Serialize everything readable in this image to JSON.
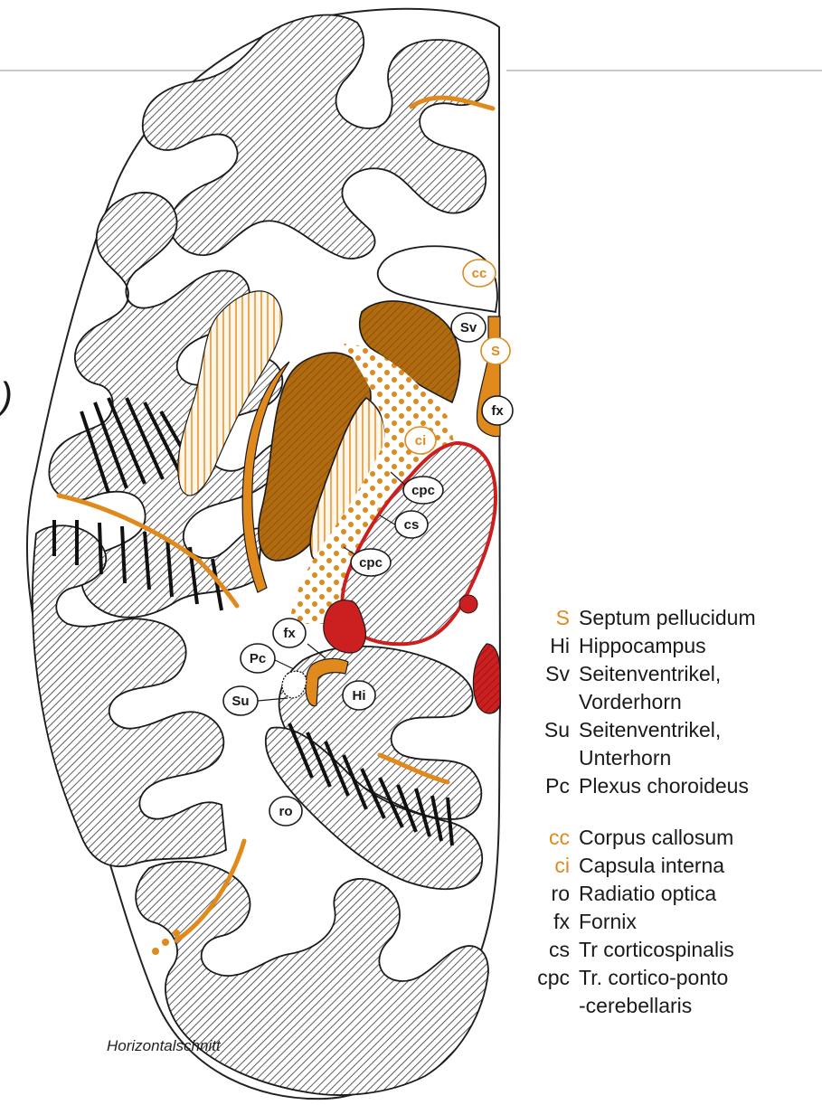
{
  "colors": {
    "orange": "#e08a1e",
    "brown": "#b06a10",
    "red": "#cc1f1f",
    "hatch": "#333333",
    "ink": "#1a1a1a",
    "rule": "#c8c8c8"
  },
  "labels": {
    "cc": "cc",
    "S": "S",
    "Sv": "Sv",
    "fx_top": "fx",
    "ci": "ci",
    "cpc_1": "cpc",
    "cs": "cs",
    "cpc_2": "cpc",
    "fx_low": "fx",
    "Pc": "Pc",
    "Su": "Su",
    "Hi": "Hi",
    "ro": "ro"
  },
  "legend": {
    "group1": [
      {
        "abbr": "S",
        "text": "Septum pellucidum",
        "highlight": true
      },
      {
        "abbr": "Hi",
        "text": "Hippocampus",
        "highlight": false
      },
      {
        "abbr": "Sv",
        "text": "Seitenventrikel,",
        "highlight": false
      },
      {
        "abbr": "",
        "text": "Vorderhorn",
        "highlight": false
      },
      {
        "abbr": "Su",
        "text": "Seitenventrikel,",
        "highlight": false
      },
      {
        "abbr": "",
        "text": "Unterhorn",
        "highlight": false
      },
      {
        "abbr": "Pc",
        "text": "Plexus choroideus",
        "highlight": false
      }
    ],
    "group2": [
      {
        "abbr": "cc",
        "text": "Corpus callosum",
        "highlight": true
      },
      {
        "abbr": "ci",
        "text": "Capsula interna",
        "highlight": true
      },
      {
        "abbr": "ro",
        "text": "Radiatio optica",
        "highlight": false
      },
      {
        "abbr": "fx",
        "text": "Fornix",
        "highlight": false
      },
      {
        "abbr": "cs",
        "text": "Tr corticospinalis",
        "highlight": false
      },
      {
        "abbr": "cpc",
        "text": "Tr. cortico-ponto",
        "highlight": false
      },
      {
        "abbr": "",
        "text": "-cerebellaris",
        "highlight": false
      }
    ]
  },
  "caption": "Horizontalschnitt",
  "edge_glyph": ")"
}
